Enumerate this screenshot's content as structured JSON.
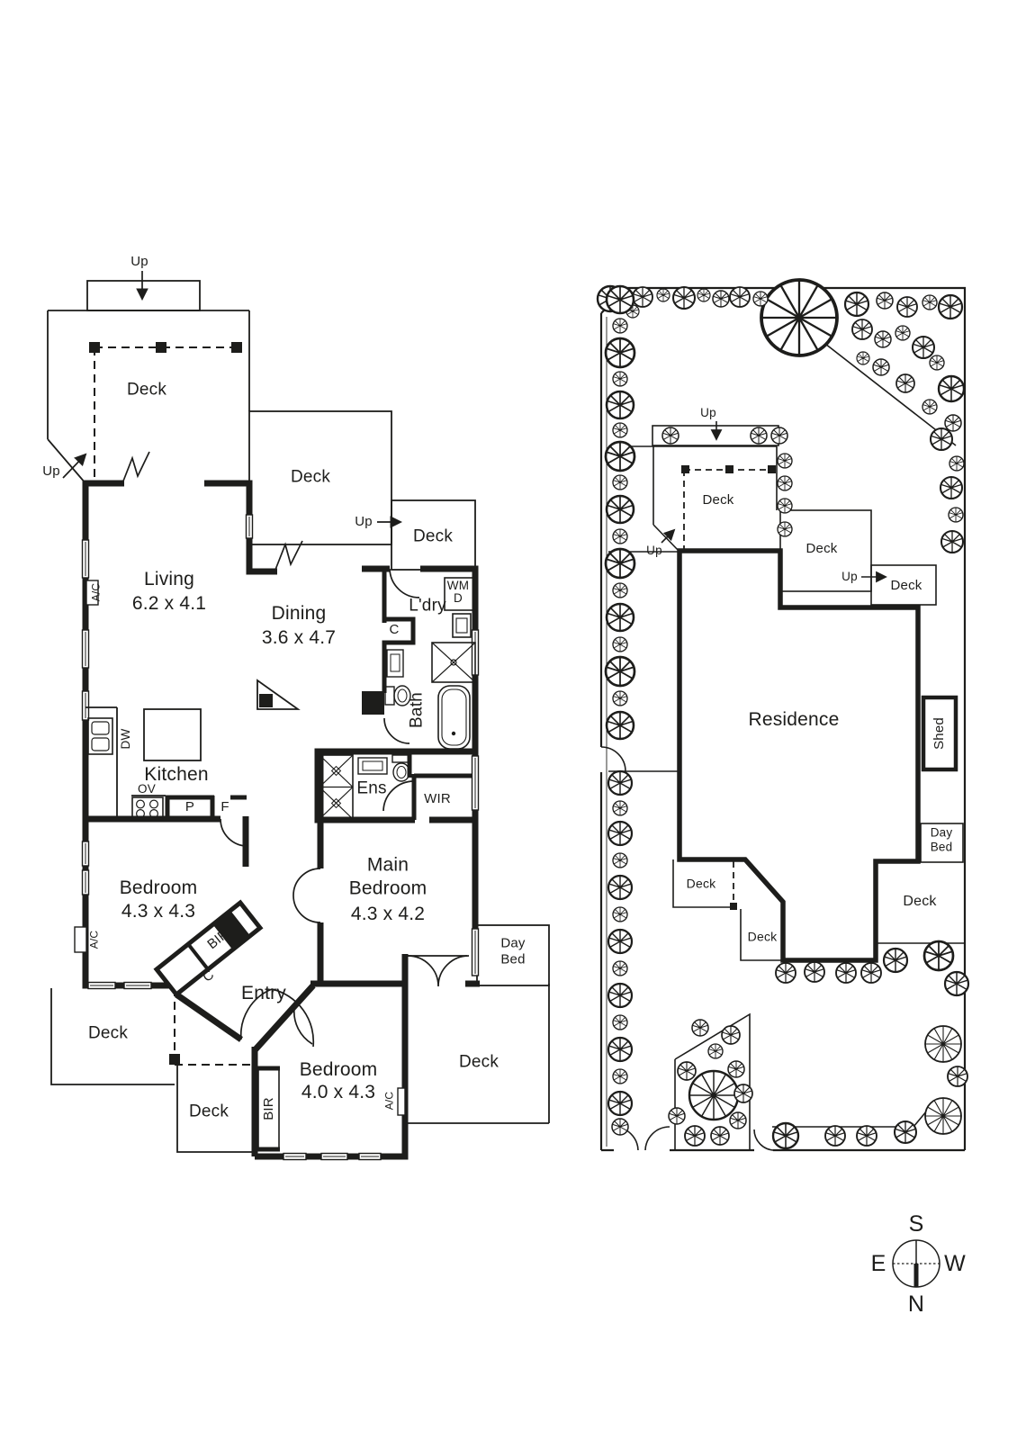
{
  "colors": {
    "line": "#1d1d1b",
    "background": "#ffffff"
  },
  "floor_plan": {
    "up_label": "Up",
    "deck_label": "Deck",
    "rooms": {
      "living": {
        "name": "Living",
        "dims": "6.2 x 4.1"
      },
      "dining": {
        "name": "Dining",
        "dims": "3.6 x 4.7"
      },
      "kitchen": {
        "name": "Kitchen"
      },
      "laundry": {
        "name": "L'dry"
      },
      "bath": {
        "name": "Bath"
      },
      "ensuite": {
        "name": "Ens"
      },
      "wir": {
        "name": "WIR"
      },
      "bedroom1": {
        "name": "Bedroom",
        "dims": "4.3 x 4.3"
      },
      "main_bedroom": {
        "name": "Main\nBedroom",
        "dims": "4.3 x 4.2"
      },
      "bedroom2": {
        "name": "Bedroom",
        "dims": "4.0 x 4.3"
      },
      "entry": {
        "name": "Entry"
      },
      "day_bed": {
        "name": "Day\nBed"
      }
    },
    "fixtures": {
      "ac": "A/C",
      "dw": "DW",
      "ov": "OV",
      "pantry": "P",
      "fridge": "F",
      "wm": "WM",
      "dryer": "D",
      "cupboard": "C",
      "bir": "BIR"
    }
  },
  "site_plan": {
    "up_label": "Up",
    "deck_label": "Deck",
    "residence_label": "Residence",
    "shed_label": "Shed",
    "day_bed_label": "Day\nBed"
  },
  "compass": {
    "north": "N",
    "south": "S",
    "east": "E",
    "west": "W"
  }
}
